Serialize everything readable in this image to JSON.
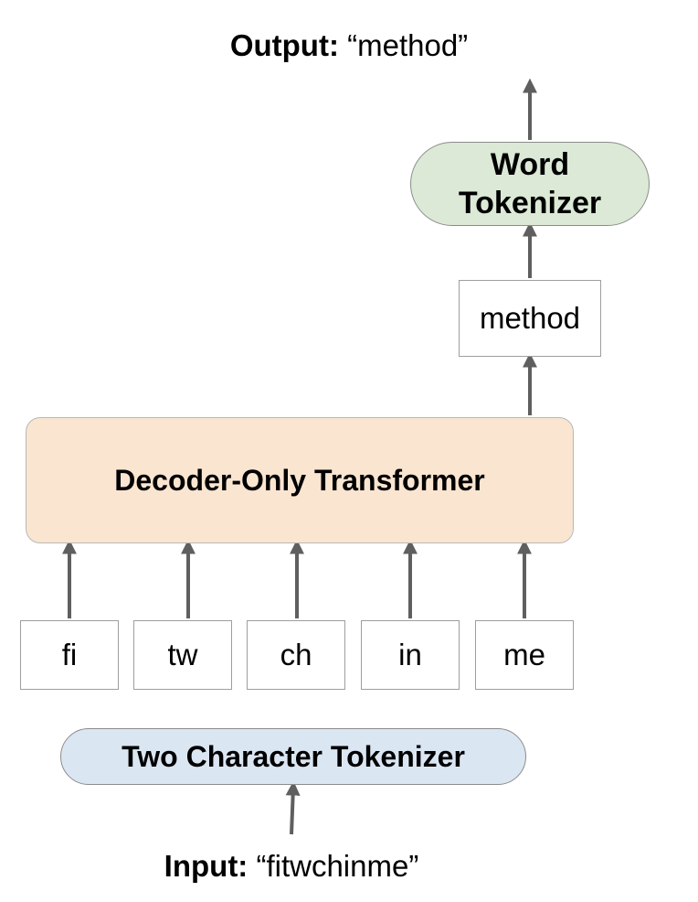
{
  "output": {
    "label": "Output:",
    "value": "“method”"
  },
  "word_tokenizer": {
    "line1": "Word",
    "line2": "Tokenizer"
  },
  "output_token": "method",
  "transformer": {
    "label": "Decoder-Only Transformer"
  },
  "input_tokens": [
    "fi",
    "tw",
    "ch",
    "in",
    "me"
  ],
  "char_tokenizer": {
    "label": "Two Character Tokenizer"
  },
  "input": {
    "label": "Input:",
    "value": "“fitwchinme”"
  },
  "colors": {
    "arrow": "#5f5f5f",
    "transformer_fill": "#fae5d1",
    "word_tokenizer_fill": "#dbe9d6",
    "char_tokenizer_fill": "#dbe6f3",
    "box_border": "#9e9e9e"
  }
}
